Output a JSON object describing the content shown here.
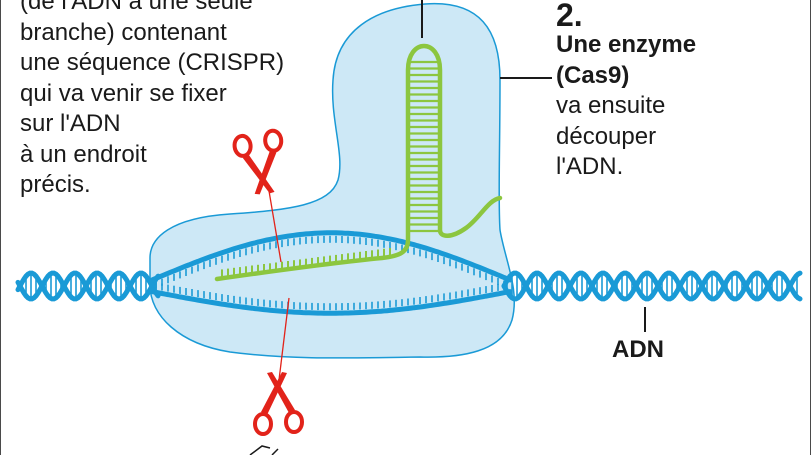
{
  "left_text": {
    "lines": [
      "(de l'ADN à une seule",
      "branche) contenant",
      "une séquence (CRISPR)",
      "qui va venir se fixer",
      "sur l'ADN",
      "à un endroit",
      "précis."
    ]
  },
  "right_text": {
    "step_number": "2.",
    "title_line1": "Une enzyme",
    "title_line2": "(Cas9)",
    "lines": [
      "va ensuite",
      "découper",
      "l'ADN."
    ]
  },
  "labels": {
    "dna": "ADN"
  },
  "colors": {
    "dna_blue": "#1a9ad6",
    "rna_green": "#8cc63f",
    "enzyme_fill": "#cde8f6",
    "enzyme_stroke": "#1a9ad6",
    "scissors_red": "#e2231a",
    "text": "#1a1a1a"
  }
}
